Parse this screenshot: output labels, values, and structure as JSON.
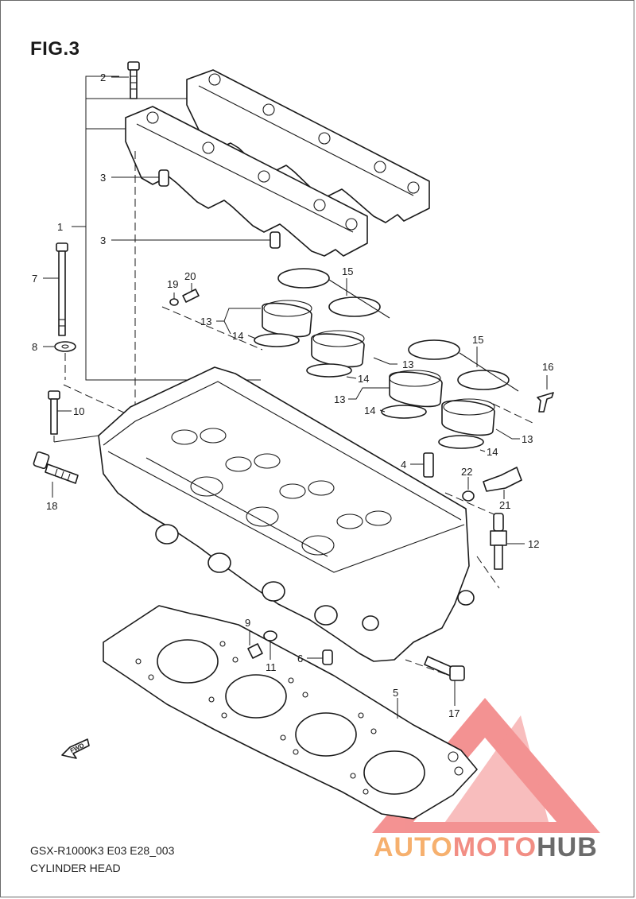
{
  "figure": {
    "title": "FIG.3",
    "code": "GSX-R1000K3 E03 E28_003",
    "caption": "CYLINDER HEAD"
  },
  "fwd_label": "FWD",
  "callouts": [
    {
      "id": "c2",
      "label": "2"
    },
    {
      "id": "c3a",
      "label": "3"
    },
    {
      "id": "c1",
      "label": "1"
    },
    {
      "id": "c3b",
      "label": "3"
    },
    {
      "id": "c7",
      "label": "7"
    },
    {
      "id": "c8",
      "label": "8"
    },
    {
      "id": "c10",
      "label": "10"
    },
    {
      "id": "c18",
      "label": "18"
    },
    {
      "id": "c19",
      "label": "19"
    },
    {
      "id": "c20",
      "label": "20"
    },
    {
      "id": "c15a",
      "label": "15"
    },
    {
      "id": "c13a",
      "label": "13"
    },
    {
      "id": "c14a",
      "label": "14"
    },
    {
      "id": "c15b",
      "label": "15"
    },
    {
      "id": "c16",
      "label": "16"
    },
    {
      "id": "c13b",
      "label": "13"
    },
    {
      "id": "c14b",
      "label": "14"
    },
    {
      "id": "c13c",
      "label": "13"
    },
    {
      "id": "c14c",
      "label": "14"
    },
    {
      "id": "c13d",
      "label": "13"
    },
    {
      "id": "c14d",
      "label": "14"
    },
    {
      "id": "c4",
      "label": "4"
    },
    {
      "id": "c22",
      "label": "22"
    },
    {
      "id": "c21",
      "label": "21"
    },
    {
      "id": "c12",
      "label": "12"
    },
    {
      "id": "c9",
      "label": "9"
    },
    {
      "id": "c11",
      "label": "11"
    },
    {
      "id": "c6",
      "label": "6"
    },
    {
      "id": "c5",
      "label": "5"
    },
    {
      "id": "c17",
      "label": "17"
    }
  ],
  "watermark": {
    "part1": "AUTO",
    "part2": "MOTO",
    "part3": "HUB",
    "colors": {
      "auto": "#f6b06e",
      "moto": "#f28e84",
      "hub": "#6b6b6b",
      "logo": "#f06e6e"
    }
  }
}
